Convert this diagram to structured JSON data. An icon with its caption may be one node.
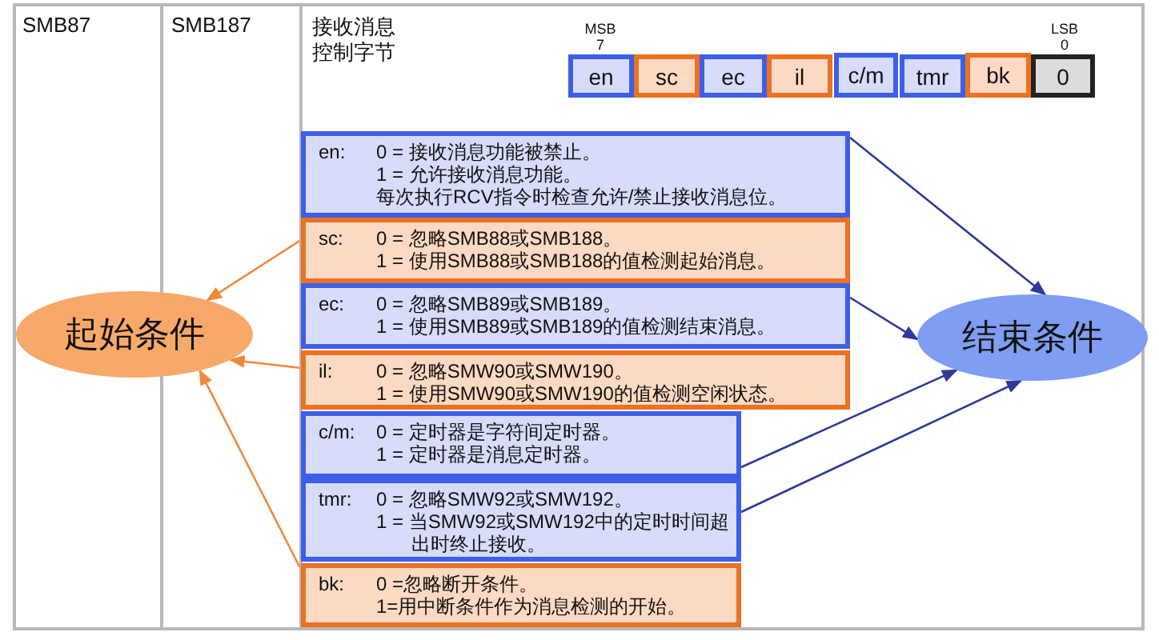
{
  "diagram": {
    "nodes": [
      {
        "text": [
          "en"
        ]
      },
      {
        "text": [
          "sc"
        ]
      },
      {
        "text": [
          "ec"
        ]
      },
      {
        "text": [
          "il"
        ]
      },
      {
        "text": [
          "c/m"
        ]
      },
      {
        "text": [
          "tmr"
        ]
      },
      {
        "text": [
          "bk"
        ]
      },
      {
        "text": [
          "0"
        ]
      },
      {
        "text": [
          "en:",
          "0 = 接收消息功能被禁止。",
          "1 = 允许接收消息功能。",
          "每次执行RCV指令时检查允许/禁止接收消息位。"
        ]
      },
      {
        "text": [
          "sc:",
          "0 = 忽略SMB88或SMB188。",
          "1 = 使用SMB88或SMB188的值检测起始消息。"
        ]
      },
      {
        "text": [
          "ec:",
          "0 = 忽略SMB89或SMB189。",
          "1 = 使用SMB89或SMB189的值检测结束消息。"
        ]
      },
      {
        "text": [
          "il:",
          "0 = 忽略SMW90或SMW190。",
          "1 = 使用SMW90或SMW190的值检测空闲状态。"
        ]
      },
      {
        "text": [
          "c/m:",
          "0 = 定时器是字符间定时器。",
          "1 = 定时器是消息定时器。"
        ]
      },
      {
        "text": [
          "tmr:",
          "0 = 忽略SMW92或SMW192。",
          "1 = 当SMW92或SMW192中的定时时间超出时终止接收。"
        ]
      },
      {
        "text": [
          "bk:",
          "0 =忽略断开条件。",
          "1=用中断条件作为消息检测的开始。"
        ]
      },
      {
        "text": [
          "起始条件"
        ]
      },
      {
        "text": [
          "结束条件"
        ]
      }
    ],
    "edges": [
      {
        "from": 8,
        "to": 16,
        "arrow": "to"
      },
      {
        "from": 9,
        "to": 15,
        "arrow": "to",
        "color": "#f0883a"
      },
      {
        "from": 10,
        "to": 16,
        "arrow": "to"
      },
      {
        "from": 11,
        "to": 15,
        "arrow": "to",
        "color": "#f0883a"
      },
      {
        "from": 12,
        "to": 16,
        "arrow": "to"
      },
      {
        "from": 13,
        "to": 16,
        "arrow": "to"
      },
      {
        "from": 14,
        "to": 15,
        "arrow": "to",
        "color": "#f0883a"
      }
    ],
    "labels": [
      "SMB87",
      "SMB187",
      "接收消息控制字节",
      "MSB",
      "7",
      "LSB",
      "0"
    ]
  }
}
